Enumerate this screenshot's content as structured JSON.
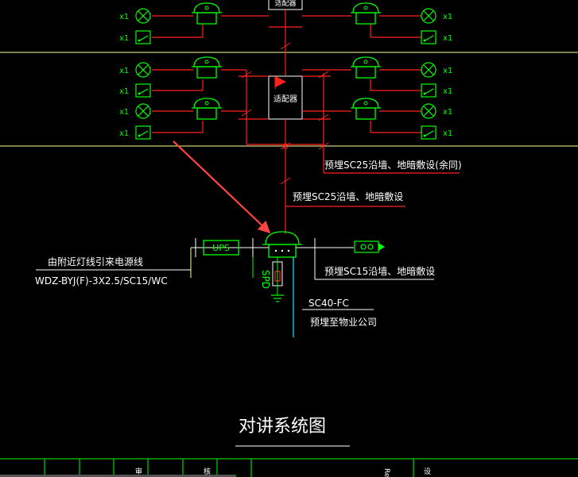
{
  "title": "对讲系统图",
  "top_box_label": "适配器",
  "mid_box_label": "适配器",
  "multiplier_label": "x1",
  "ups_label": "UPS",
  "spd_label": "SPD",
  "notes": {
    "sc25_other": "预埋SC25沿墙、地暗敷设(余同)",
    "sc25": "预埋SC25沿墙、地暗敷设",
    "sc15": "预埋SC15沿墙、地暗敷设",
    "sc40_spec": "SC40-FC",
    "sc40_dest": "预埋至物业公司",
    "power_source": "由附近灯线引来电源线",
    "power_cable": "WDZ-BYJ(F)-3X2.5/SC15/WC"
  },
  "title_block": {
    "rec_label": "Rec",
    "col_marks": [
      "审",
      "核",
      "设"
    ]
  },
  "colors": {
    "background": "#000000",
    "green": "#00ff00",
    "red": "#ff2020",
    "white": "#ffffff",
    "yellow": "#ffff66",
    "cyan": "#22e6ff",
    "arrow": "#ff4444"
  }
}
